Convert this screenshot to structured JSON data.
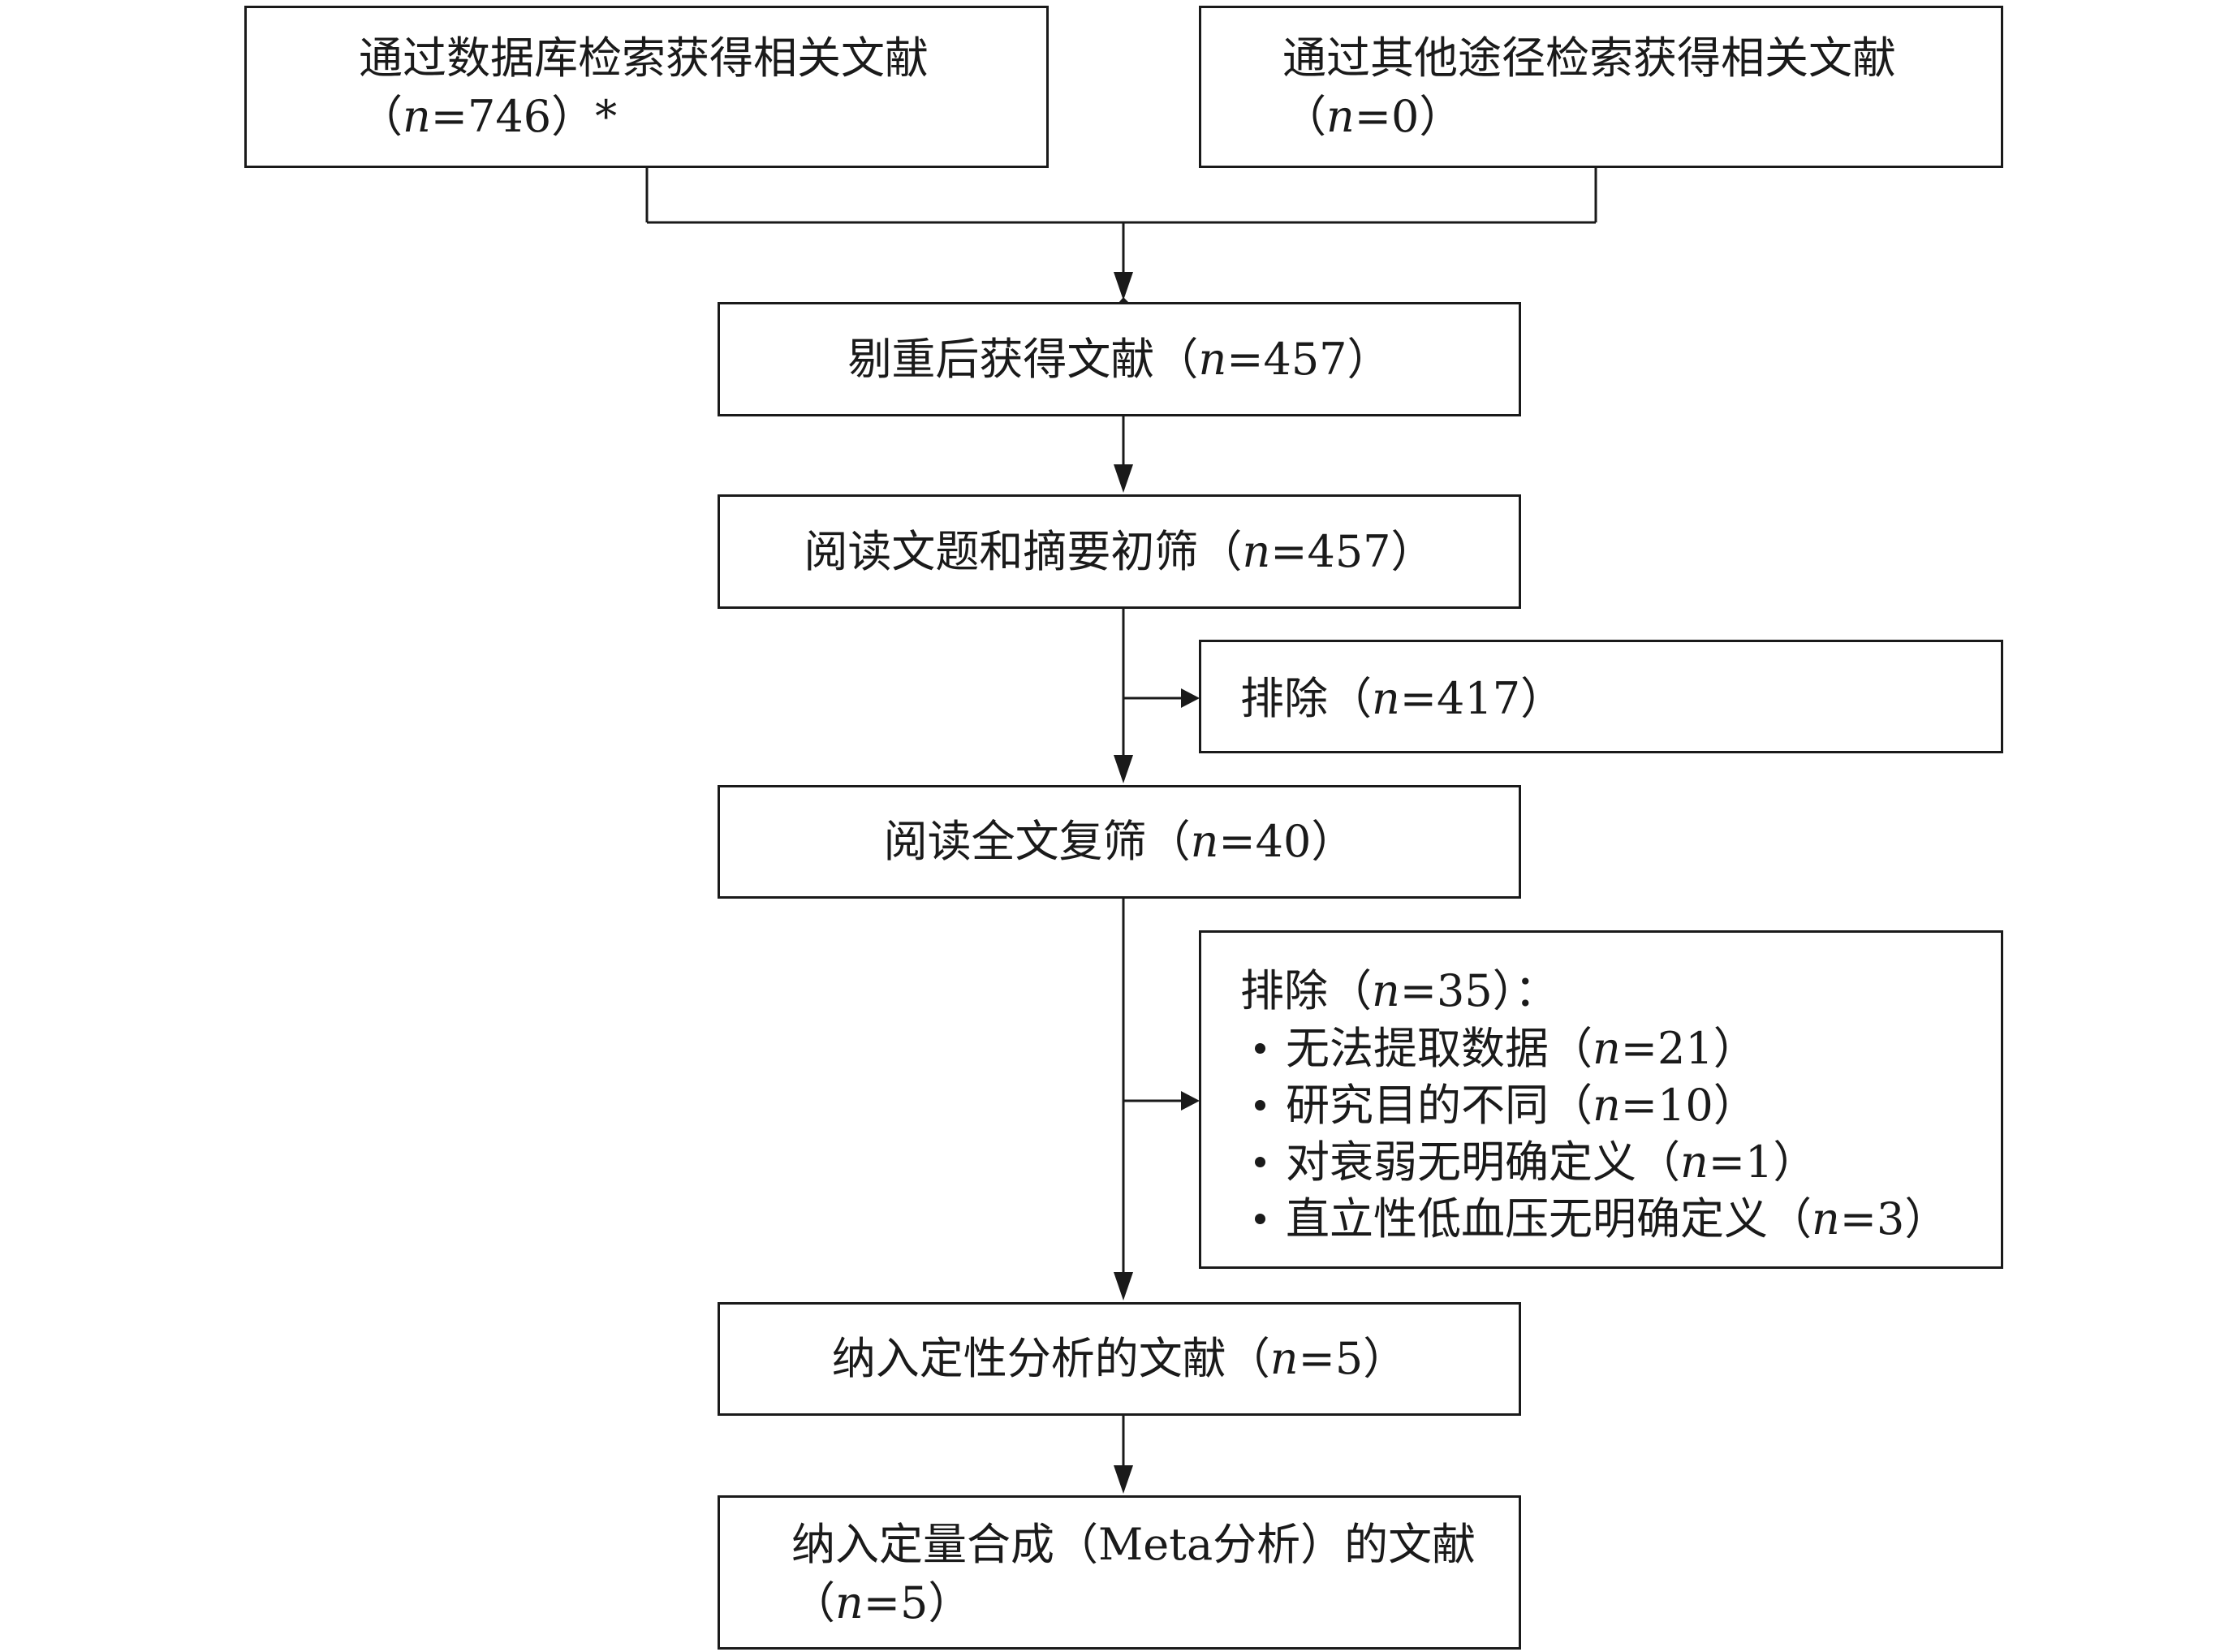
{
  "boxes": {
    "database_search": {
      "line1": "通过数据库检索获得相关文献",
      "open": "（",
      "n_symbol": "n",
      "n_value": "=746",
      "close": "）*"
    },
    "other_search": {
      "line1": "通过其他途径检索获得相关文献",
      "open": "（",
      "n_symbol": "n",
      "n_value": "=0",
      "close": "）"
    },
    "after_dedup": {
      "label": "剔重后获得文献（",
      "n_symbol": "n",
      "n_value": "=457",
      "close": "）"
    },
    "title_abstract_screen": {
      "label": "阅读文题和摘要初筛（",
      "n_symbol": "n",
      "n_value": "=457",
      "close": "）"
    },
    "exclude_first": {
      "label": "排除（",
      "n_symbol": "n",
      "n_value": "=417",
      "close": "）"
    },
    "full_text_screen": {
      "label": "阅读全文复筛（",
      "n_symbol": "n",
      "n_value": "=40",
      "close": "）"
    },
    "exclude_second": {
      "label": "排除（",
      "n_symbol": "n",
      "n_value": "=35",
      "close": "）："
    },
    "qualitative": {
      "label": "纳入定性分析的文献（",
      "n_symbol": "n",
      "n_value": "=5",
      "close": "）"
    },
    "quantitative": {
      "line1": "纳入定量合成（Meta分析）的文献",
      "open": "（",
      "n_symbol": "n",
      "n_value": "=5",
      "close": "）"
    }
  },
  "exclusion_reasons": [
    {
      "label": "无法提取数据（",
      "n_symbol": "n",
      "n_value": "=21",
      "close": "）"
    },
    {
      "label": "研究目的不同（",
      "n_symbol": "n",
      "n_value": "=10",
      "close": "）"
    },
    {
      "label": "对衰弱无明确定义（",
      "n_symbol": "n",
      "n_value": "=1",
      "close": "）"
    },
    {
      "label": "直立性低血压无明确定义（",
      "n_symbol": "n",
      "n_value": "=3",
      "close": "）"
    }
  ]
}
